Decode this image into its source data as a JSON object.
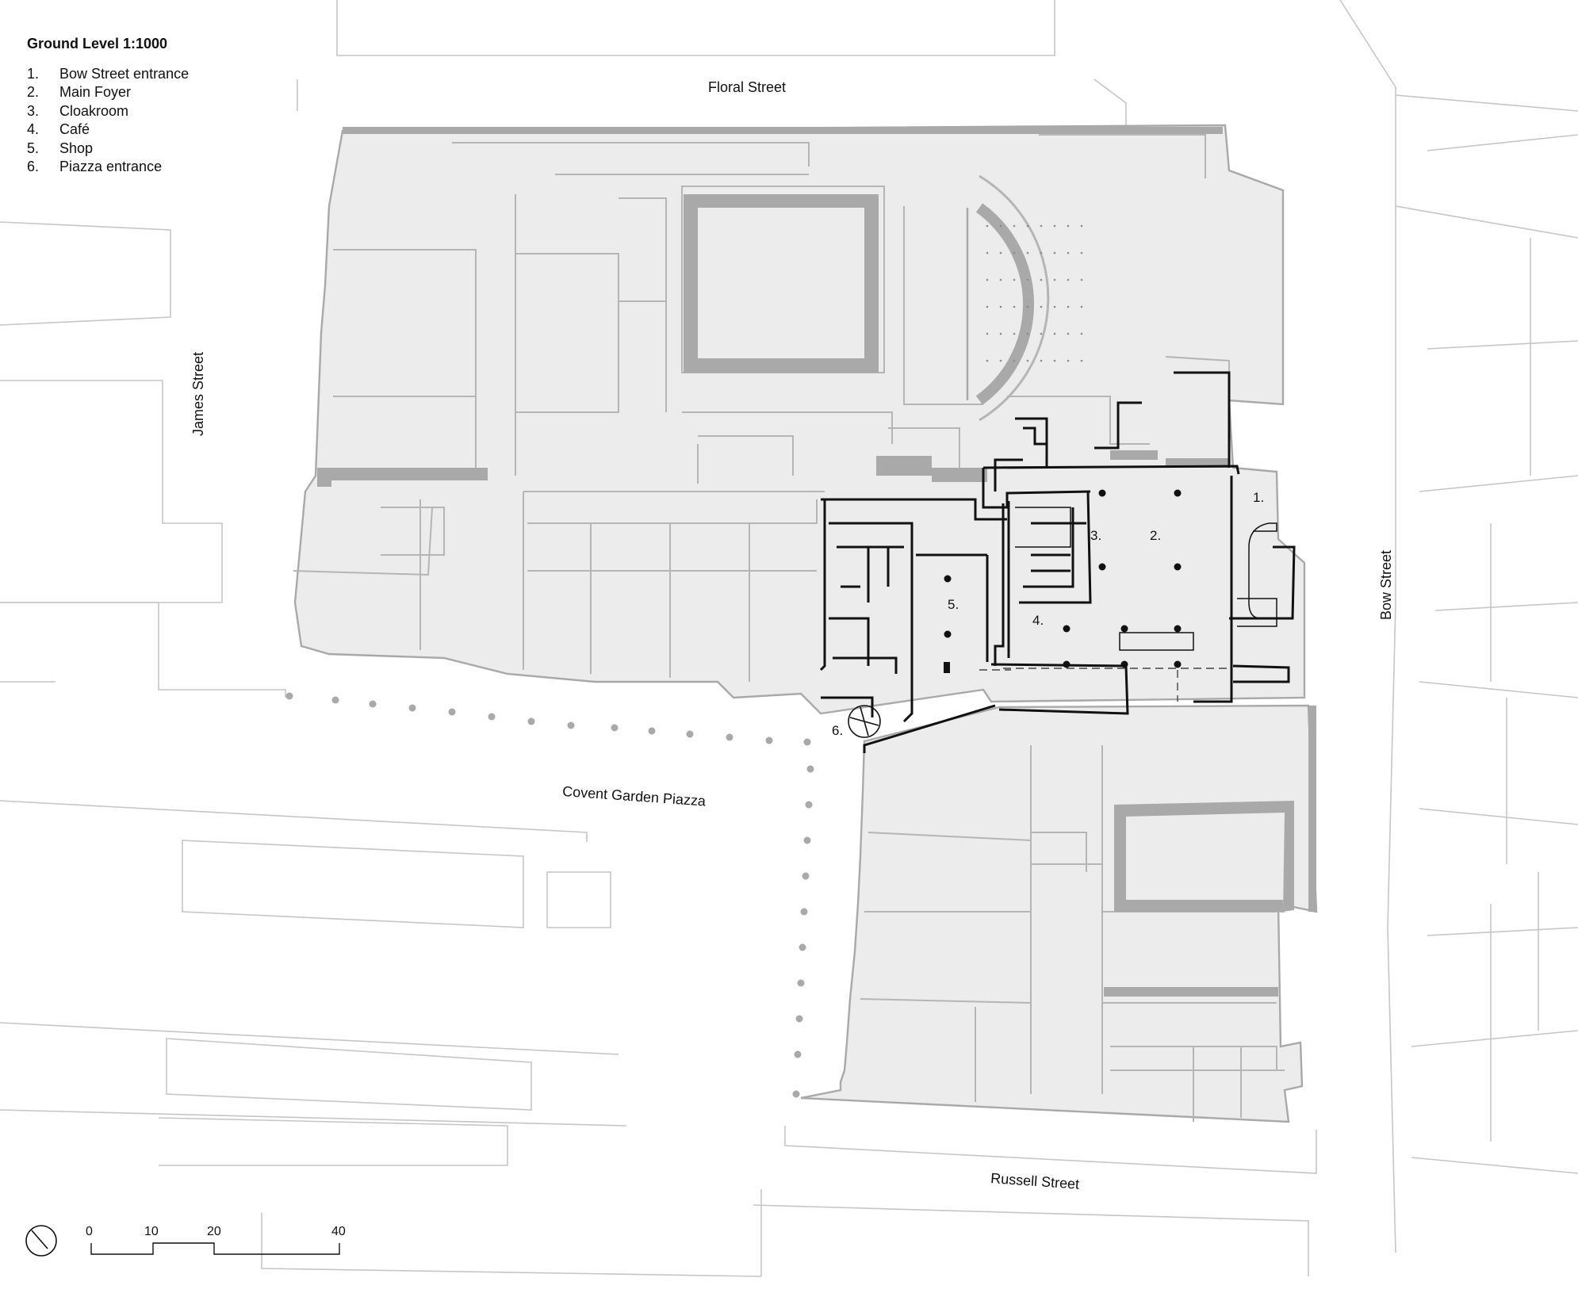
{
  "legend": {
    "title": "Ground Level 1:1000",
    "items": [
      {
        "num": "1.",
        "label": "Bow Street entrance"
      },
      {
        "num": "2.",
        "label": "Main Foyer"
      },
      {
        "num": "3.",
        "label": "Cloakroom"
      },
      {
        "num": "4.",
        "label": "Café"
      },
      {
        "num": "5.",
        "label": "Shop"
      },
      {
        "num": "6.",
        "label": "Piazza entrance"
      }
    ]
  },
  "streets": {
    "floral": "Floral Street",
    "james": "James Street",
    "bow": "Bow Street",
    "piazza": "Covent Garden Piazza",
    "russell": "Russell Street"
  },
  "rooms": {
    "r1": "1.",
    "r2": "2.",
    "r3": "3.",
    "r4": "4.",
    "r5": "5.",
    "r6": "6."
  },
  "scale_bar": {
    "ticks": [
      "0",
      "10",
      "20",
      "40"
    ]
  },
  "colors": {
    "building_fill": "#ececec",
    "wall_gray": "#a9a9a9",
    "outline_gray": "#bdbdbd",
    "new_work_black": "#111111"
  },
  "icons": {
    "north": "north-arrow-icon",
    "entrance": "revolving-door-icon"
  }
}
